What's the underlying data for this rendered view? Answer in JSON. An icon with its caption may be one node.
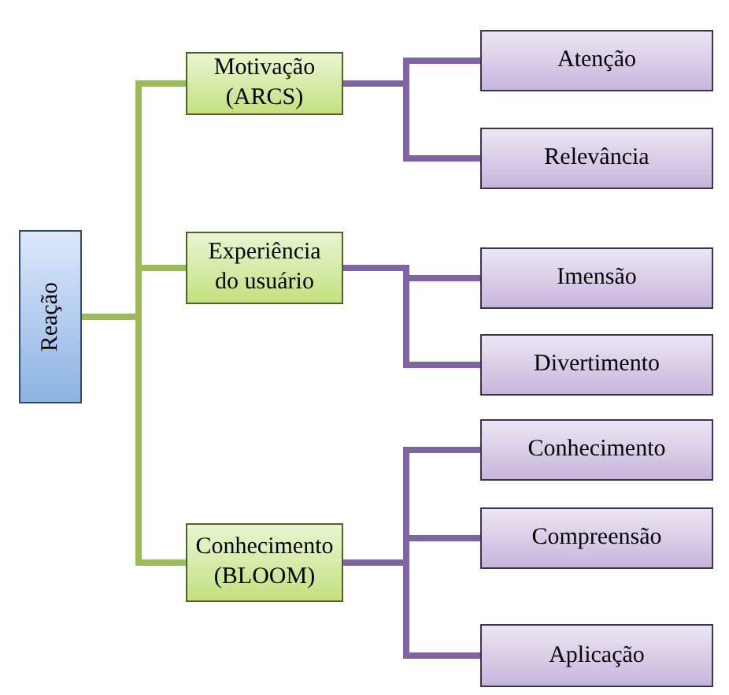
{
  "diagram": {
    "nodes": [
      {
        "text": [
          "Reação"
        ]
      },
      {
        "text": [
          "Motivação (ARCS)"
        ]
      },
      {
        "text": [
          "Experiência do usuário"
        ]
      },
      {
        "text": [
          "Conhecimento (BLOOM)"
        ]
      },
      {
        "text": [
          "Atenção"
        ]
      },
      {
        "text": [
          "Relevância"
        ]
      },
      {
        "text": [
          "Imensão"
        ]
      },
      {
        "text": [
          "Divertimento"
        ]
      },
      {
        "text": [
          "Conhecimento"
        ]
      },
      {
        "text": [
          "Compreensão"
        ]
      },
      {
        "text": [
          "Aplicação"
        ]
      }
    ],
    "edges": [
      {
        "from": 0,
        "to": 1,
        "arrow": "none",
        "color": "#9bbb59"
      },
      {
        "from": 0,
        "to": 2,
        "arrow": "none",
        "color": "#9bbb59"
      },
      {
        "from": 0,
        "to": 3,
        "arrow": "none",
        "color": "#9bbb59"
      },
      {
        "from": 1,
        "to": 4,
        "arrow": "none"
      },
      {
        "from": 1,
        "to": 5,
        "arrow": "none"
      },
      {
        "from": 2,
        "to": 6,
        "arrow": "none"
      },
      {
        "from": 2,
        "to": 7,
        "arrow": "none"
      },
      {
        "from": 3,
        "to": 8,
        "arrow": "none"
      },
      {
        "from": 3,
        "to": 9,
        "arrow": "none"
      },
      {
        "from": 3,
        "to": 10,
        "arrow": "none"
      }
    ]
  }
}
